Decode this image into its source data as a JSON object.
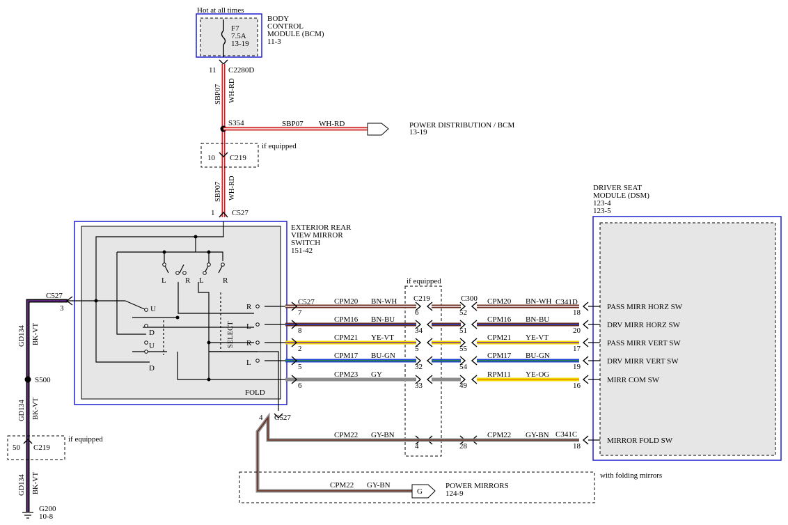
{
  "colors": {
    "box_blue": "#1f1fd0",
    "wh_rd_stripe": "#d21f1f",
    "bn": "#6b2d1f",
    "bu": "#1f3fd0",
    "ye": "#f0d800",
    "vt": "#7a2fa0",
    "gn": "#2f8f2f",
    "gy": "#8c8c8c",
    "og": "#f08c00",
    "bk": "#000000",
    "module_fill": "#e6e6e6"
  },
  "bcm": {
    "header": "Hot at all times",
    "fuse_id": "F7",
    "fuse_rating": "7.5A",
    "fuse_ref": "13-19",
    "name_l1": "BODY",
    "name_l2": "CONTROL",
    "name_l3": "MODULE (BCM)",
    "page_ref": "11-3",
    "pin": "11",
    "connector": "C2280D"
  },
  "feed": {
    "circuit": "SBP07",
    "color": "WH-RD",
    "splice": "S354",
    "branch_circuit": "SBP07",
    "branch_color": "WH-RD",
    "dest_l1": "POWER DISTRIBUTION / BCM",
    "dest_l2": "13-19",
    "c219_pin": "10",
    "c219_label": "C219",
    "if_equipped": "if equipped"
  },
  "switch": {
    "pin": "1",
    "connector": "C527",
    "name_l1": "EXTERIOR REAR",
    "name_l2": "VIEW MIRROR",
    "name_l3": "SWITCH",
    "page_ref": "151-42",
    "contact_L": "L",
    "contact_R": "R",
    "contact_U": "U",
    "contact_D": "D",
    "select_label": "SELECT",
    "fold_label": "FOLD",
    "gnd_pin": "3",
    "gnd_connector": "C527",
    "fold_pin": "4",
    "fold_connector": "C527"
  },
  "ground": {
    "circuit": "GD134",
    "color": "BK-VT",
    "splice": "S500",
    "c219_pin": "50",
    "c219_label": "C219",
    "if_equipped": "if equipped",
    "ground_id": "G200",
    "ground_ref": "10-8"
  },
  "dsm": {
    "name_l1": "DRIVER SEAT",
    "name_l2": "MODULE (DSM)",
    "ref1": "123-4",
    "ref2": "123-5"
  },
  "inline": {
    "if_equipped": "if equipped",
    "c219": "C219",
    "c300": "C300",
    "c527": "C527",
    "c341d": "C341D",
    "c341c": "C341C"
  },
  "circuits": [
    {
      "sw_pin": "7",
      "c219_pin": "6",
      "c300_pin": "52",
      "dsm_pin": "18",
      "left_circuit": "CPM20",
      "left_color": "BN-WH",
      "right_circuit": "CPM20",
      "right_color": "BN-WH",
      "signal": "PASS MIRR HORZ SW"
    },
    {
      "sw_pin": "8",
      "c219_pin": "34",
      "c300_pin": "51",
      "dsm_pin": "20",
      "left_circuit": "CPM16",
      "left_color": "BN-BU",
      "right_circuit": "CPM16",
      "right_color": "BN-BU",
      "signal": "DRV MIRR HORZ SW"
    },
    {
      "sw_pin": "2",
      "c219_pin": "5",
      "c300_pin": "55",
      "dsm_pin": "17",
      "left_circuit": "CPM21",
      "left_color": "YE-VT",
      "right_circuit": "CPM21",
      "right_color": "YE-VT",
      "signal": "PASS MIRR VERT SW"
    },
    {
      "sw_pin": "5",
      "c219_pin": "32",
      "c300_pin": "54",
      "dsm_pin": "19",
      "left_circuit": "CPM17",
      "left_color": "BU-GN",
      "right_circuit": "CPM17",
      "right_color": "BU-GN",
      "signal": "DRV MIRR VERT SW"
    },
    {
      "sw_pin": "6",
      "c219_pin": "33",
      "c300_pin": "49",
      "dsm_pin": "16",
      "left_circuit": "CPM23",
      "left_color": "GY",
      "right_circuit": "RPM11",
      "right_color": "YE-OG",
      "signal": "MIRR COM SW"
    },
    {
      "sw_pin": "",
      "c219_pin": "4",
      "c300_pin": "28",
      "dsm_pin": "18",
      "left_circuit": "CPM22",
      "left_color": "GY-BN",
      "right_circuit": "CPM22",
      "right_color": "GY-BN",
      "signal": "MIRROR FOLD SW"
    }
  ],
  "mirrors": {
    "circuit": "CPM22",
    "color": "GY-BN",
    "connector_letter": "G",
    "name": "POWER MIRRORS",
    "page_ref": "124-9",
    "note": "with folding mirrors"
  }
}
